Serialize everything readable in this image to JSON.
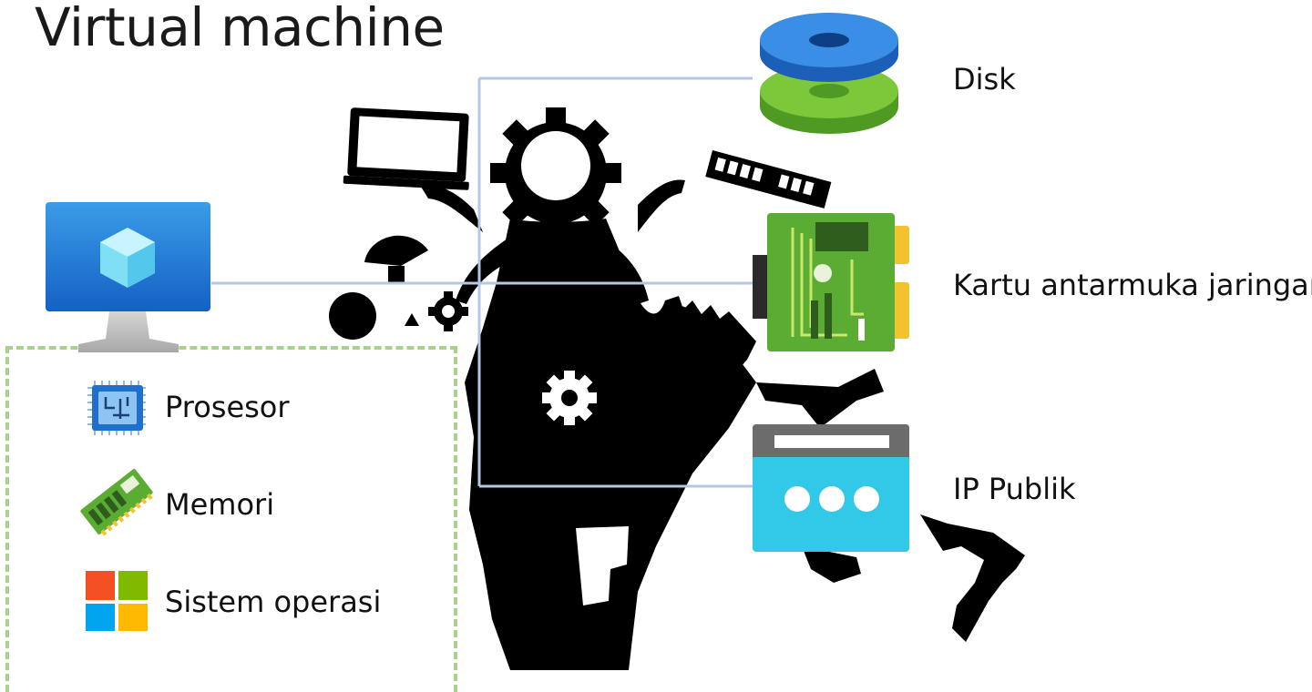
{
  "title": "Virtual machine",
  "components_external": [
    {
      "label": "Disk",
      "icon": "disk-icon"
    },
    {
      "label": "Kartu antarmuka jaringan",
      "icon": "network-interface-card-icon"
    },
    {
      "label": "IP Publik",
      "icon": "public-ip-icon"
    }
  ],
  "components_internal": [
    {
      "label": "Prosesor",
      "icon": "processor-icon"
    },
    {
      "label": "Memori",
      "icon": "memory-icon"
    },
    {
      "label": "Sistem operasi",
      "icon": "operating-system-icon"
    }
  ],
  "colors": {
    "connector": "#b4c7e7",
    "dashed_border": "#a9d18e",
    "disk_top": "#2f80d8",
    "disk_bottom": "#6fb832",
    "nic_green": "#5aad32",
    "nic_gold": "#f2c230",
    "ip_cyan": "#32c8e8",
    "vm_blue": "#1f76d6"
  }
}
